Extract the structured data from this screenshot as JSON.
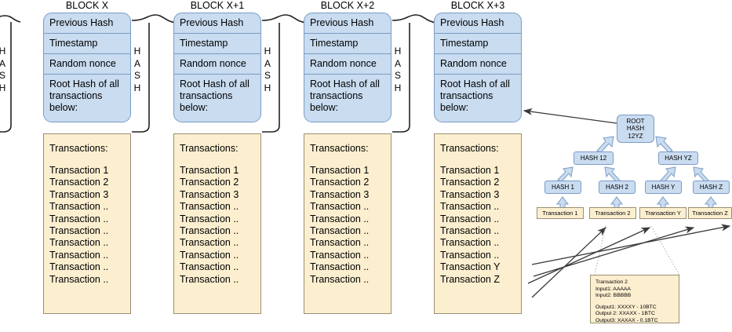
{
  "diagram": {
    "title": "Blockchain block chain and Merkle tree diagram",
    "colors": {
      "header_fill": "#c9dcf0",
      "header_stroke": "#7b9cc4",
      "tx_fill": "#fcefd0",
      "tx_stroke": "#9b8f72",
      "arrow_fill": "#c9dcf0",
      "line": "#404040"
    }
  },
  "hash_braces": [
    {
      "letters": [
        "H",
        "A",
        "S",
        "H"
      ]
    },
    {
      "letters": [
        "H",
        "A",
        "S",
        "H"
      ]
    },
    {
      "letters": [
        "H",
        "A",
        "S",
        "H"
      ]
    },
    {
      "letters": [
        "H",
        "A",
        "S",
        "H"
      ]
    }
  ],
  "blocks": [
    {
      "title": "BLOCK X",
      "header_rows": [
        "Previous Hash",
        "Timestamp",
        "Random nonce",
        "Root Hash of all transactions below:"
      ],
      "tx_heading": "Transactions:",
      "transactions": [
        "Transaction 1",
        "Transaction 2",
        "Transaction 3",
        "Transaction ..",
        "Transaction ..",
        "Transaction ..",
        "Transaction ..",
        "Transaction ..",
        "Transaction ..",
        "Transaction .."
      ]
    },
    {
      "title": "BLOCK X+1",
      "header_rows": [
        "Previous Hash",
        "Timestamp",
        "Random nonce",
        "Root Hash of all transactions below:"
      ],
      "tx_heading": "Transactions:",
      "transactions": [
        "Transaction 1",
        "Transaction 2",
        "Transaction 3",
        "Transaction ..",
        "Transaction ..",
        "Transaction ..",
        "Transaction ..",
        "Transaction ..",
        "Transaction ..",
        "Transaction .."
      ]
    },
    {
      "title": "BLOCK X+2",
      "header_rows": [
        "Previous Hash",
        "Timestamp",
        "Random nonce",
        "Root Hash of all transactions below:"
      ],
      "tx_heading": "Transactions:",
      "transactions": [
        "Transaction 1",
        "Transaction 2",
        "Transaction 3",
        "Transaction ..",
        "Transaction ..",
        "Transaction ..",
        "Transaction ..",
        "Transaction ..",
        "Transaction ..",
        "Transaction .."
      ]
    },
    {
      "title": "BLOCK X+3",
      "header_rows": [
        "Previous Hash",
        "Timestamp",
        "Random nonce",
        "Root Hash of all transactions below:"
      ],
      "tx_heading": "Transactions:",
      "transactions": [
        "Transaction 1",
        "Transaction 2",
        "Transaction 3",
        "Transaction ..",
        "Transaction ..",
        "Transaction ..",
        "Transaction ..",
        "Transaction ..",
        "Transaction Y",
        "Transaction Z"
      ]
    }
  ],
  "merkle": {
    "root": "ROOT\nHASH\n12YZ",
    "level2": [
      "HASH 12",
      "HASH YZ"
    ],
    "level1": [
      "HASH 1",
      "HASH 2",
      "HASH Y",
      "HASH Z"
    ],
    "leaves": [
      "Transaction 1",
      "Transaction 2",
      "Transaction Y",
      "Transaction Z"
    ]
  },
  "detail": {
    "title": "Transaction 2",
    "inputs": [
      "Input1: AAAAA",
      "Input2: BBBBB"
    ],
    "outputs": [
      "Output1: XXXXY - 10BTC",
      "Output 2: XXAXX - 1BTC",
      "Output3: XAXAX - 0.1BTC"
    ]
  }
}
